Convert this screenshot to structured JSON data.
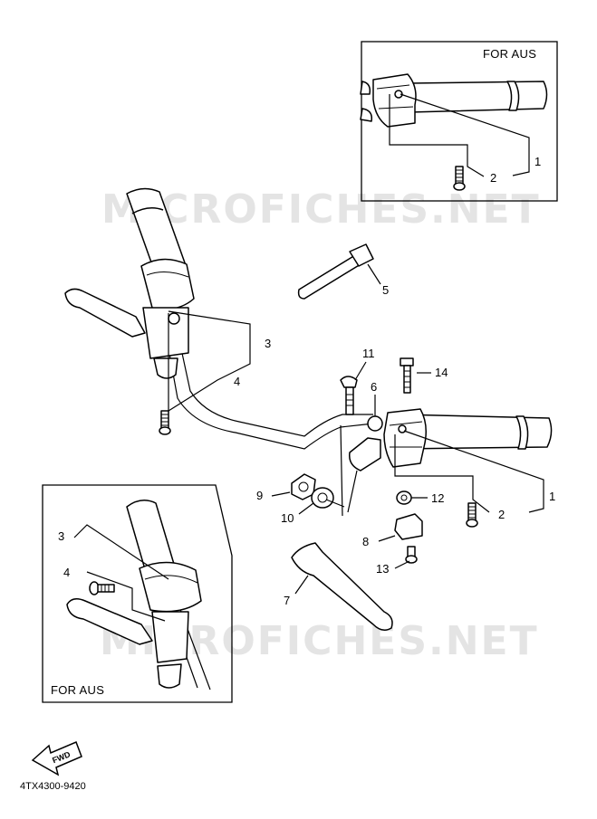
{
  "watermark": {
    "text": "MICROFICHES.NET"
  },
  "insets": {
    "top_right": {
      "label": "FOR AUS"
    },
    "bottom_left": {
      "label": "FOR AUS"
    }
  },
  "callouts": {
    "n1": "1",
    "n2": "2",
    "n3": "3",
    "n4": "4",
    "n5": "5",
    "n6": "6",
    "n7": "7",
    "n8": "8",
    "n9": "9",
    "n10": "10",
    "n11": "11",
    "n12": "12",
    "n13": "13",
    "n14": "14"
  },
  "fwd_badge": {
    "text": "FWD"
  },
  "diagram_code": "4TX4300-9420"
}
